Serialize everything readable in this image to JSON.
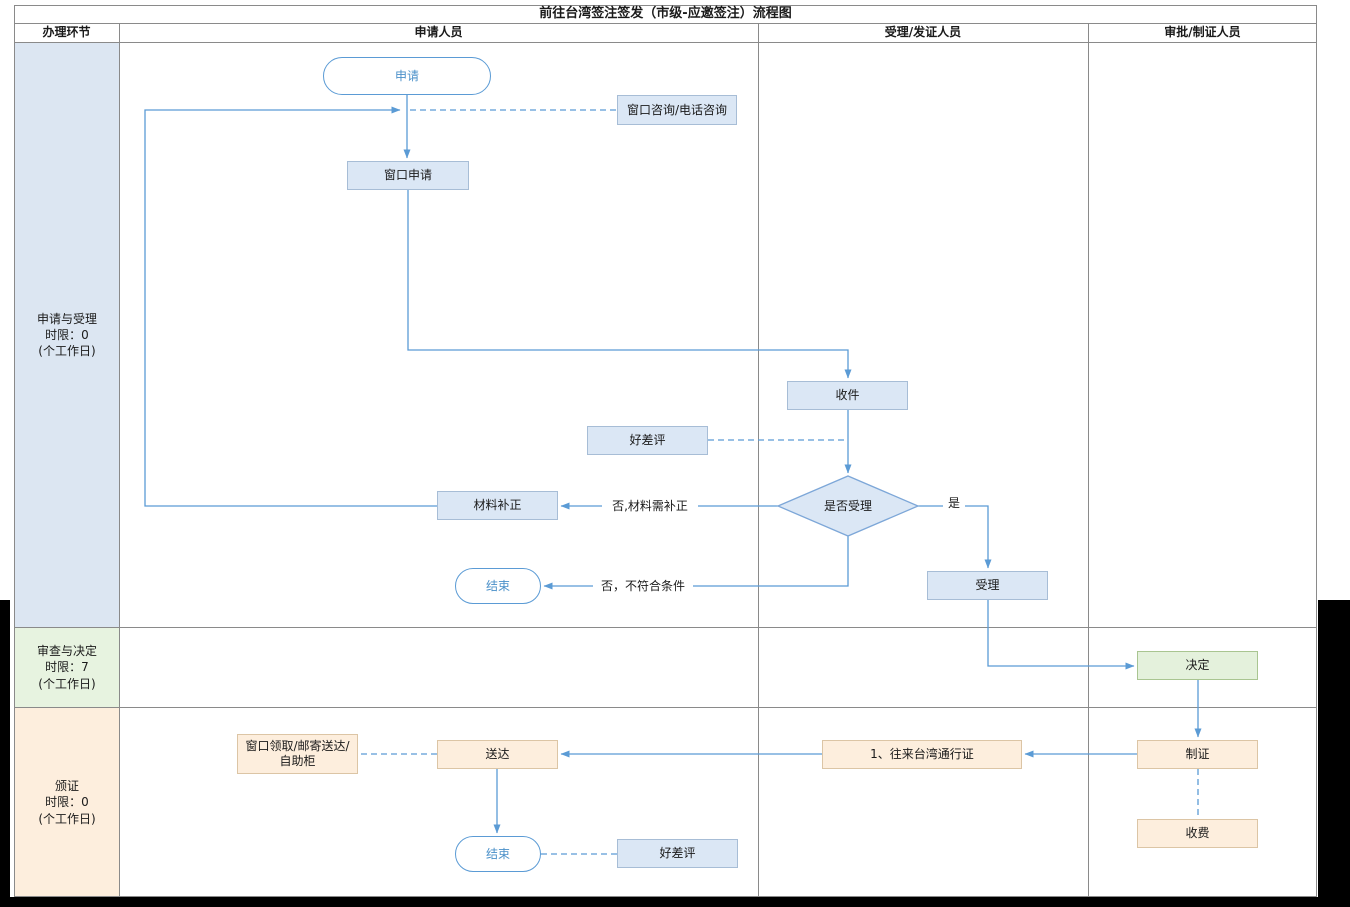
{
  "title": "前往台湾签注签发（市级-应邀签注）流程图",
  "headers": {
    "stage": "办理环节",
    "applicant": "申请人员",
    "acceptor": "受理/发证人员",
    "approver": "审批/制证人员"
  },
  "lanes": {
    "lane1": "申请与受理\n时限：0\n(个工作日)",
    "lane2": "审查与决定\n时限：7\n(个工作日)",
    "lane3": "颁证\n时限：0\n(个工作日)"
  },
  "nodes": {
    "apply": "申请",
    "consult": "窗口咨询/电话咨询",
    "window_apply": "窗口申请",
    "receive": "收件",
    "rating_top": "好差评",
    "accept_decision": "是否受理",
    "supplement": "材料补正",
    "end_top": "结束",
    "accept": "受理",
    "decide": "决定",
    "make_cert": "制证",
    "fee": "收费",
    "permit": "1、往来台湾通行证",
    "deliver": "送达",
    "pickup": "窗口领取/邮寄送达/\n自助柜",
    "end_bottom": "结束",
    "rating_bottom": "好差评"
  },
  "edge_labels": {
    "yes": "是",
    "no_supplement": "否,材料需补正",
    "no_reject": "否，不符合条件"
  },
  "colors": {
    "line": "#5b9bd5",
    "blue_fill": "#dbe7f5",
    "green_fill": "#e4f1dc",
    "orange_fill": "#fdeedd",
    "lane1_fill": "#dce6f2",
    "lane2_fill": "#e7f3e0",
    "lane3_fill": "#fdeedd",
    "grid_line": "#8a8a8a"
  }
}
